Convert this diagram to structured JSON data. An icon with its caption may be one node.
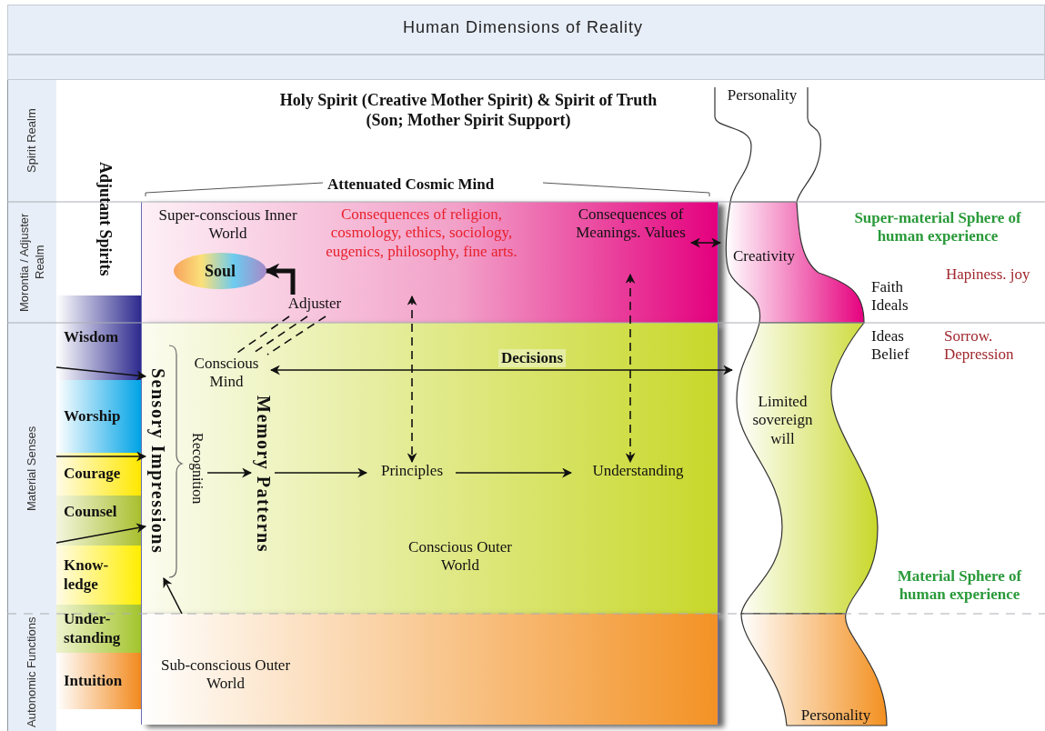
{
  "diagram": {
    "title": "Human Dimensions of Reality",
    "nodes": [
      {
        "text": [
          "Spirit Realm"
        ]
      },
      {
        "text": [
          "Morontia / Adjuster Realm"
        ]
      },
      {
        "text": [
          "Material Senses"
        ]
      },
      {
        "text": [
          "Autonomic Functions"
        ]
      },
      {
        "text": [
          "Wisdom"
        ]
      },
      {
        "text": [
          "Worship"
        ]
      },
      {
        "text": [
          "Courage"
        ]
      },
      {
        "text": [
          "Counsel"
        ]
      },
      {
        "text": [
          "Know- ledge"
        ]
      },
      {
        "text": [
          "Under- standing"
        ]
      },
      {
        "text": [
          "Intuition"
        ]
      },
      {
        "text": [
          "Super-conscious Inner World"
        ]
      },
      {
        "text": [
          "Soul"
        ],
        "in": 11
      },
      {
        "text": [
          "Consequences of religion, cosmology, ethics, sociology, eugenics, philosophy, fine arts."
        ],
        "in": 11
      },
      {
        "text": [
          "Consequences of Meanings. Values"
        ],
        "in": 11
      },
      {
        "text": [
          "Adjuster"
        ],
        "in": 11
      },
      {
        "text": [
          "Conscious Outer World"
        ]
      },
      {
        "text": [
          "Conscious Mind"
        ],
        "in": 16
      },
      {
        "text": [
          "Sensory Impressions"
        ],
        "in": 16
      },
      {
        "text": [
          "Recognition"
        ],
        "in": 16
      },
      {
        "text": [
          "Memory Patterns"
        ],
        "in": 16
      },
      {
        "text": [
          "Principles"
        ],
        "in": 16
      },
      {
        "text": [
          "Understanding"
        ],
        "in": 16
      },
      {
        "text": [
          "Sub-conscious Outer World"
        ]
      },
      {
        "text": [
          "Personality"
        ]
      },
      {
        "text": [
          "Creativity"
        ]
      },
      {
        "text": [
          "Limited sovereign will"
        ]
      },
      {
        "text": [
          "Personality"
        ]
      }
    ],
    "edges": [
      {
        "from": 4,
        "to": 18,
        "arrow": "to"
      },
      {
        "from": 6,
        "to": 18,
        "arrow": "to"
      },
      {
        "from": 7,
        "to": 18,
        "arrow": "to"
      },
      {
        "from": 23,
        "to": 18,
        "arrow": "to"
      },
      {
        "from": 15,
        "to": 12,
        "arrow": "to",
        "style": "thick"
      },
      {
        "from": 15,
        "to": 17,
        "arrow": "none",
        "style": "dashed"
      },
      {
        "from": 15,
        "to": 17,
        "arrow": "none",
        "style": "dashed"
      },
      {
        "from": 15,
        "to": 17,
        "arrow": "none",
        "style": "dashed"
      },
      {
        "from": 17,
        "to": 26,
        "arrow": "both",
        "label": "Decisions"
      },
      {
        "from": 13,
        "to": 21,
        "arrow": "both",
        "style": "dashed"
      },
      {
        "from": 14,
        "to": 22,
        "arrow": "both",
        "style": "dashed"
      },
      {
        "from": 19,
        "to": 20,
        "arrow": "to"
      },
      {
        "from": 20,
        "to": 21,
        "arrow": "to"
      },
      {
        "from": 21,
        "to": 22,
        "arrow": "to"
      },
      {
        "from": 14,
        "to": 25,
        "arrow": "both"
      }
    ],
    "labels": [
      "Holy Spirit (Creative Mother Spirit) & Spirit of Truth (Son; Mother Spirit Support)",
      "Adjutant Spirits",
      "Attenuated Cosmic Mind",
      "Super-material Sphere of human experience",
      "Faith Ideals",
      "Hapiness. joy",
      "Ideas Belief",
      "Sorrow. Depression",
      "Material Sphere of human experience"
    ]
  }
}
